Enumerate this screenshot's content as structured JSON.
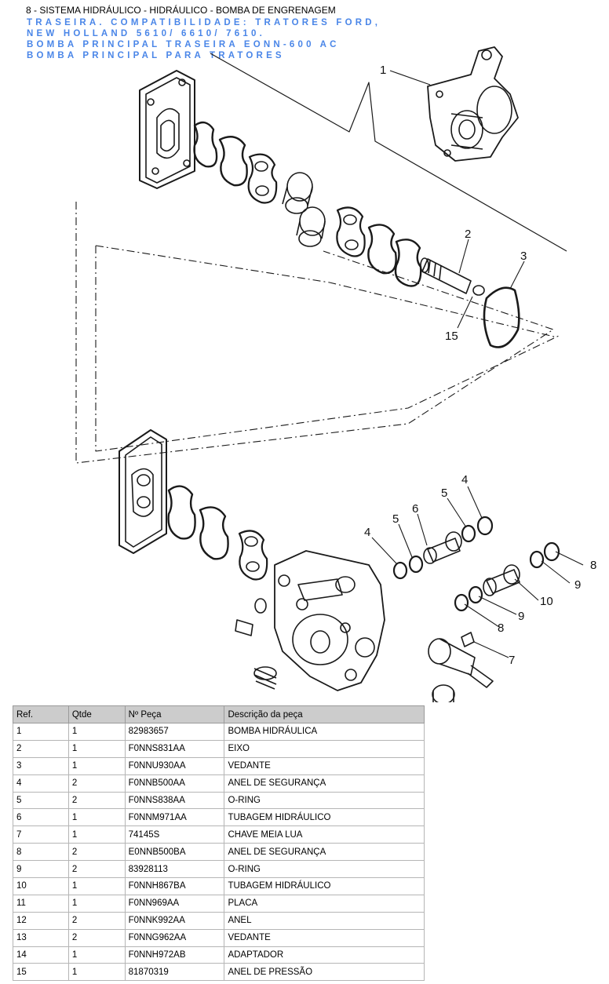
{
  "header": {
    "title": "8 - SISTEMA HIDRÁULICO - HIDRÁULICO - BOMBA  DE ENGRENAGEM",
    "description_lines": [
      "TRASEIRA.  COMPATIBILIDADE: TRATORES FORD,",
      "NEW HOLLAND 5610/ 6610/ 7610.",
      "BOMBA PRINCIPAL TRASEIRA EONN-600 AC",
      "BOMBA PRINCIPAL PARA TRATORES"
    ]
  },
  "diagram": {
    "callouts": [
      "1",
      "2",
      "3",
      "15",
      "4",
      "5",
      "6",
      "5",
      "4",
      "8",
      "9",
      "10",
      "9",
      "8",
      "7"
    ],
    "colors": {
      "line": "#1a1a1a",
      "accent": "#4a86e8"
    }
  },
  "table": {
    "headers": [
      "Ref.",
      "Qtde",
      "Nº Peça",
      "Descrição da peça"
    ],
    "rows": [
      [
        "1",
        "1",
        "82983657",
        "BOMBA HIDRÁULICA"
      ],
      [
        "2",
        "1",
        "F0NNS831AA",
        "EIXO"
      ],
      [
        "3",
        "1",
        "F0NNU930AA",
        "VEDANTE"
      ],
      [
        "4",
        "2",
        "F0NNB500AA",
        "ANEL DE SEGURANÇA"
      ],
      [
        "5",
        "2",
        "F0NNS838AA",
        "O-RING"
      ],
      [
        "6",
        "1",
        "F0NNM971AA",
        "TUBAGEM HIDRÁULICO"
      ],
      [
        "7",
        "1",
        "74145S",
        "CHAVE MEIA LUA"
      ],
      [
        "8",
        "2",
        "E0NNB500BA",
        "ANEL DE SEGURANÇA"
      ],
      [
        "9",
        "2",
        "83928113",
        "O-RING"
      ],
      [
        "10",
        "1",
        "F0NNH867BA",
        "TUBAGEM HIDRÁULICO"
      ],
      [
        "11",
        "1",
        "F0NN969AA",
        "PLACA"
      ],
      [
        "12",
        "2",
        "F0NNK992AA",
        "ANEL"
      ],
      [
        "13",
        "2",
        "F0NNG962AA",
        "VEDANTE"
      ],
      [
        "14",
        "1",
        "F0NNH972AB",
        "ADAPTADOR"
      ],
      [
        "15",
        "1",
        "81870319",
        "ANEL DE PRESSÃO"
      ]
    ]
  }
}
